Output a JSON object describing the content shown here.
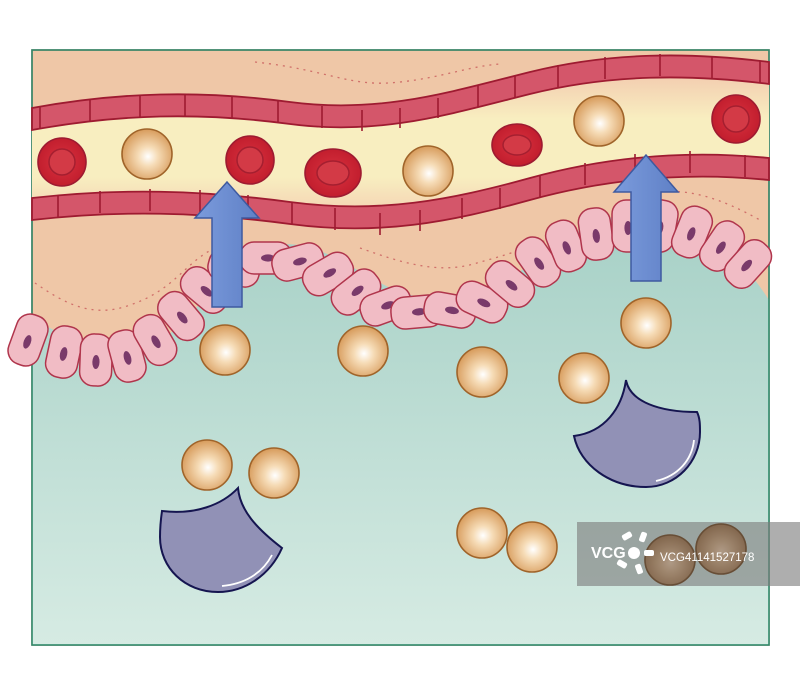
{
  "watermark": {
    "brand": "VCG",
    "id_text": "VCG41141527178"
  },
  "colors": {
    "tissue": "#eec6a6",
    "lumen": "#f7eab5",
    "vessel_wall": "#d4566a",
    "vessel_outline": "#a01d32",
    "epithelium": "#f0bcc5",
    "nucleus": "#7a3b68",
    "fluid_top": "#a9d2c8",
    "fluid_bottom": "#d5e9e1",
    "particle": "#dba66a",
    "receptor": "#8f8fb4",
    "arrow": "#6a8bcf",
    "frame": "#2e8a6a"
  },
  "icons": [
    "red-blood-cell",
    "nutrient-particle",
    "transport-arrow",
    "enzyme-receptor",
    "vcg-logo"
  ]
}
